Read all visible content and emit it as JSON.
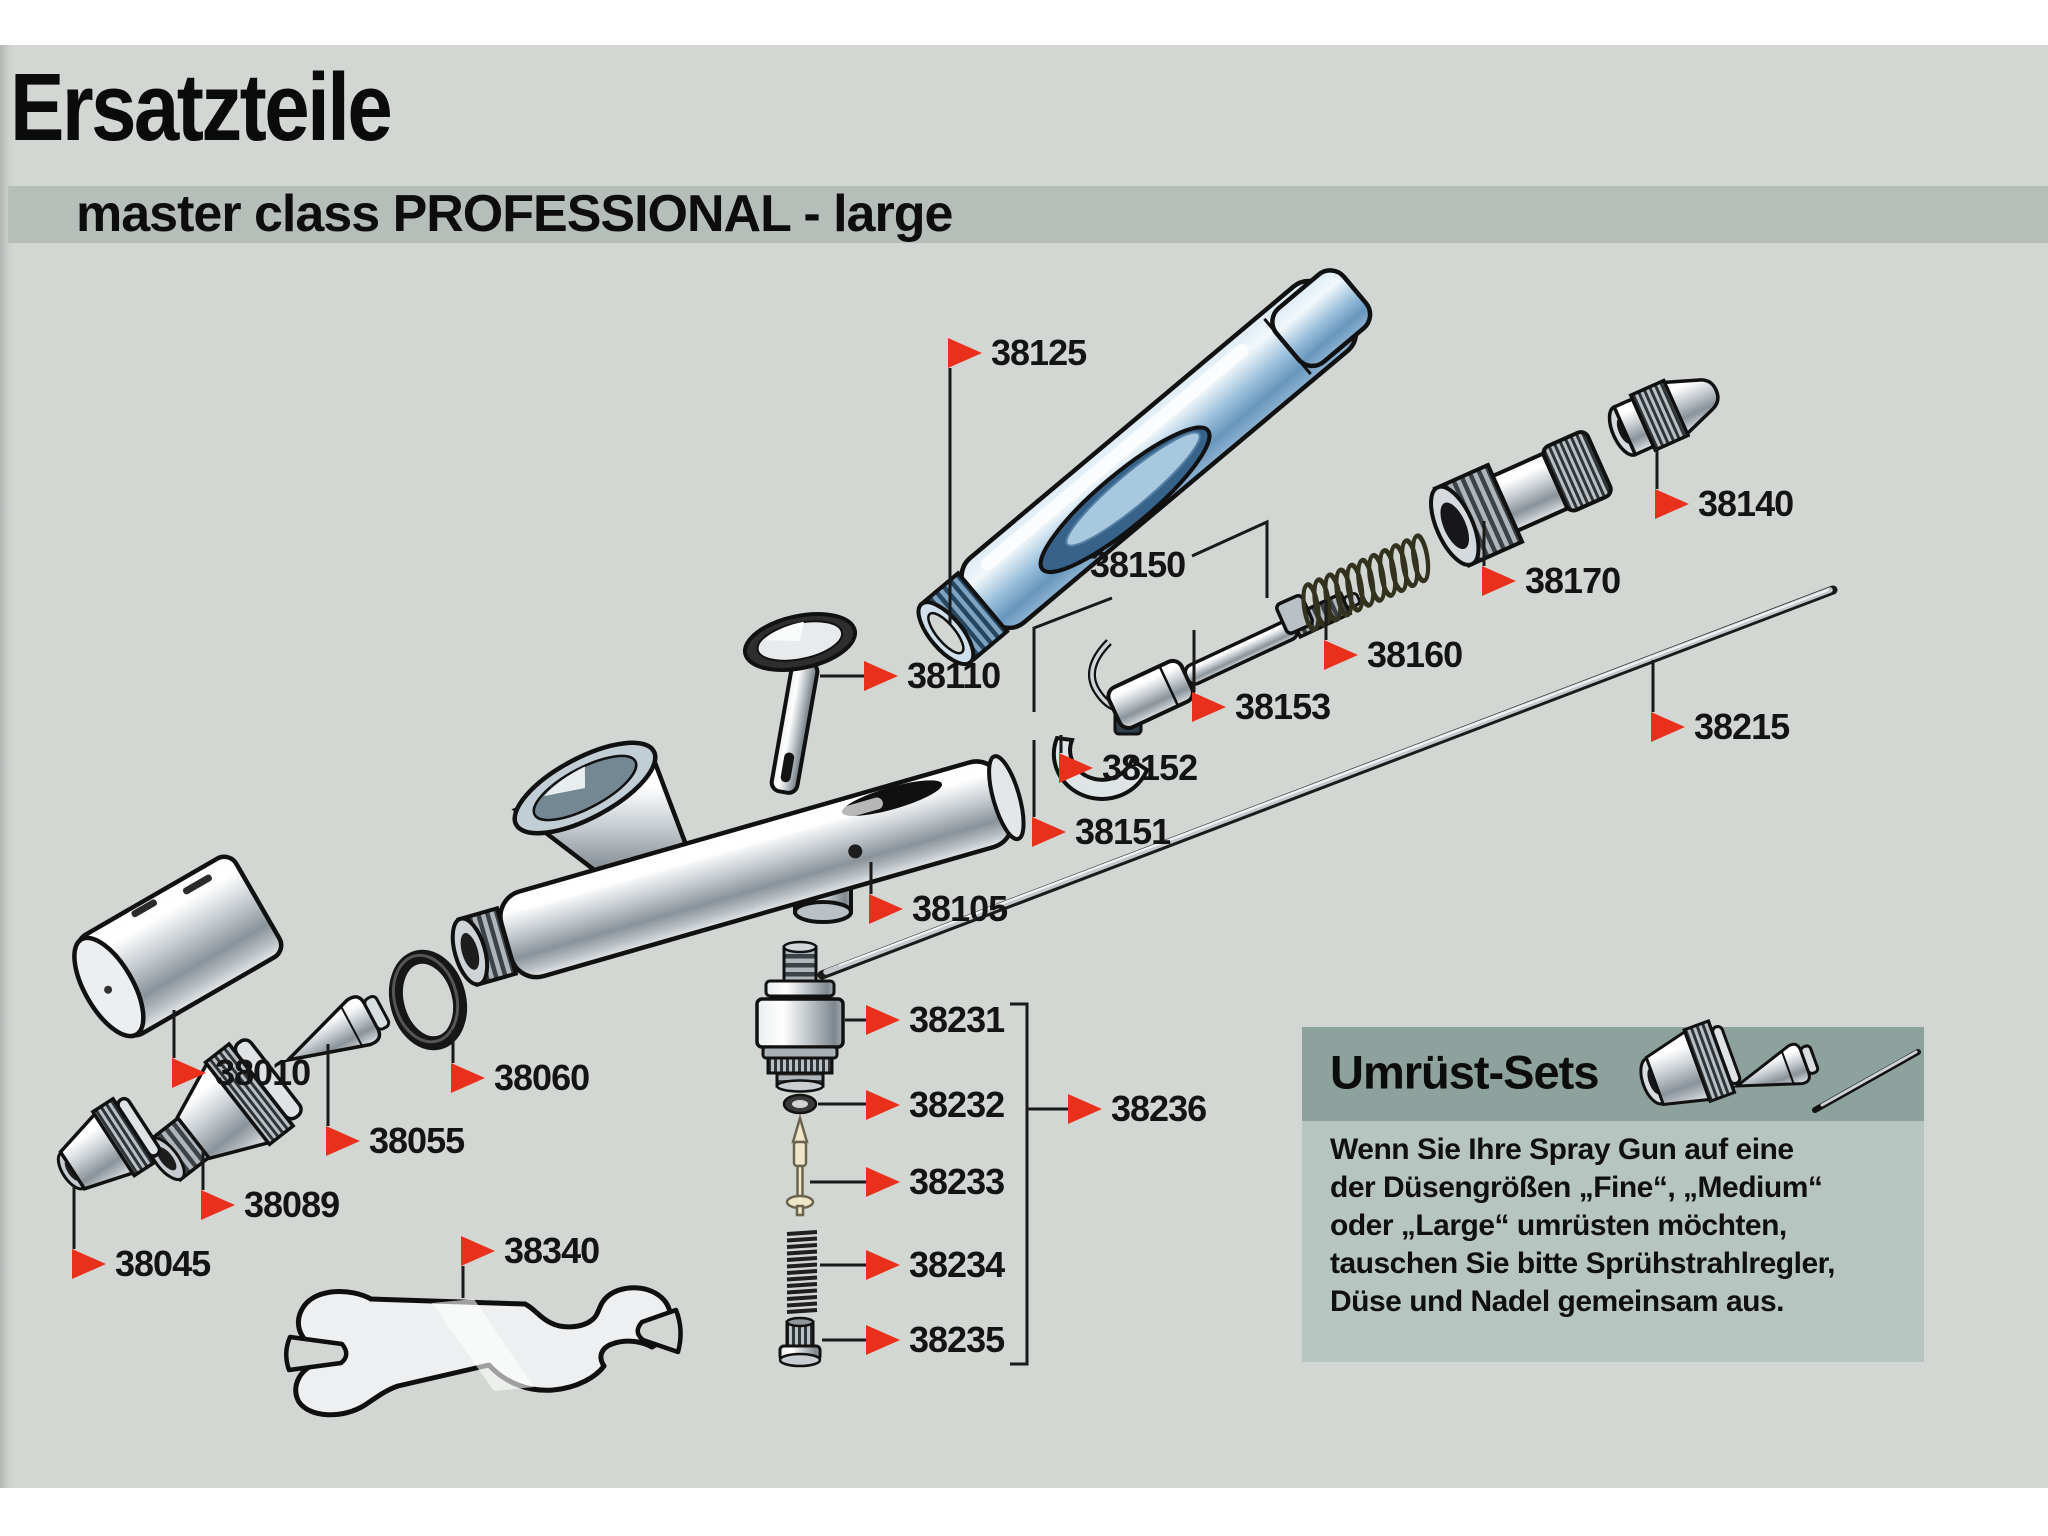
{
  "page": {
    "title": "Ersatzteile",
    "subtitle": "master class PROFESSIONAL - large"
  },
  "colors": {
    "background": "#d3d7d3",
    "banner": "#b6beba",
    "flag_red": "#e8301c",
    "box_header": "#8da29d",
    "box_body": "#b7c5c1",
    "handle_blue": "#93bcd9"
  },
  "flags": [
    {
      "number": "38125"
    },
    {
      "number": "38140"
    },
    {
      "number": "38170"
    },
    {
      "number": "38160"
    },
    {
      "number": "38153"
    },
    {
      "number": "38152"
    },
    {
      "number": "38151"
    },
    {
      "number": "38215"
    },
    {
      "number": "38110"
    },
    {
      "number": "38105"
    },
    {
      "number": "38010"
    },
    {
      "number": "38060"
    },
    {
      "number": "38055"
    },
    {
      "number": "38089"
    },
    {
      "number": "38045"
    },
    {
      "number": "38340"
    },
    {
      "number": "38231"
    },
    {
      "number": "38232"
    },
    {
      "number": "38233"
    },
    {
      "number": "38234"
    },
    {
      "number": "38235"
    },
    {
      "number": "38236"
    }
  ],
  "assembly": {
    "label": "38150"
  },
  "info_box": {
    "title": "Umrüst-Sets",
    "lines": [
      "Wenn Sie Ihre Spray Gun auf eine",
      "der Düsengrößen „Fine“, „Medium“",
      "oder „Large“ umrüsten möchten,",
      "tauschen Sie bitte Sprühstrahlregler,",
      "Düse und Nadel gemeinsam aus."
    ]
  }
}
